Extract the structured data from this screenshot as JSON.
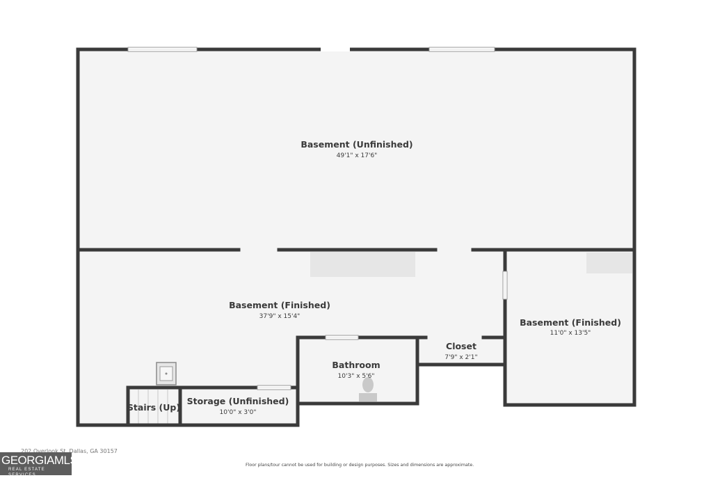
{
  "rooms": [
    {
      "name": "Basement (Unfinished)",
      "dims": "49'1\" x 17'6\""
    },
    {
      "name": "Basement (Finished)",
      "dims": "37'9\" x 15'4\""
    },
    {
      "name": "Basement (Finished)",
      "dims": "11'0\" x 13'5\""
    },
    {
      "name": "Closet",
      "dims": "7'9\" x 2'1\""
    },
    {
      "name": "Bathroom",
      "dims": "10'3\" x 5'6\""
    },
    {
      "name": "Storage (Unfinished)",
      "dims": "10'0\" x 3'0\""
    },
    {
      "name": "Stairs (Up)",
      "dims": ""
    }
  ],
  "footer": {
    "address": "202 Overlook St, Dallas, GA 30157",
    "disclaimer": "Floor plans/tour cannot be used for building or design purposes. Sizes and dimensions are approximate."
  },
  "logo": {
    "main": "GEORGIAMLS",
    "sub": "REAL ESTATE SERVICES"
  },
  "colors": {
    "wall": "#3a3a3a",
    "floor": "#f4f4f4",
    "fixture": "#e6e6e6"
  }
}
